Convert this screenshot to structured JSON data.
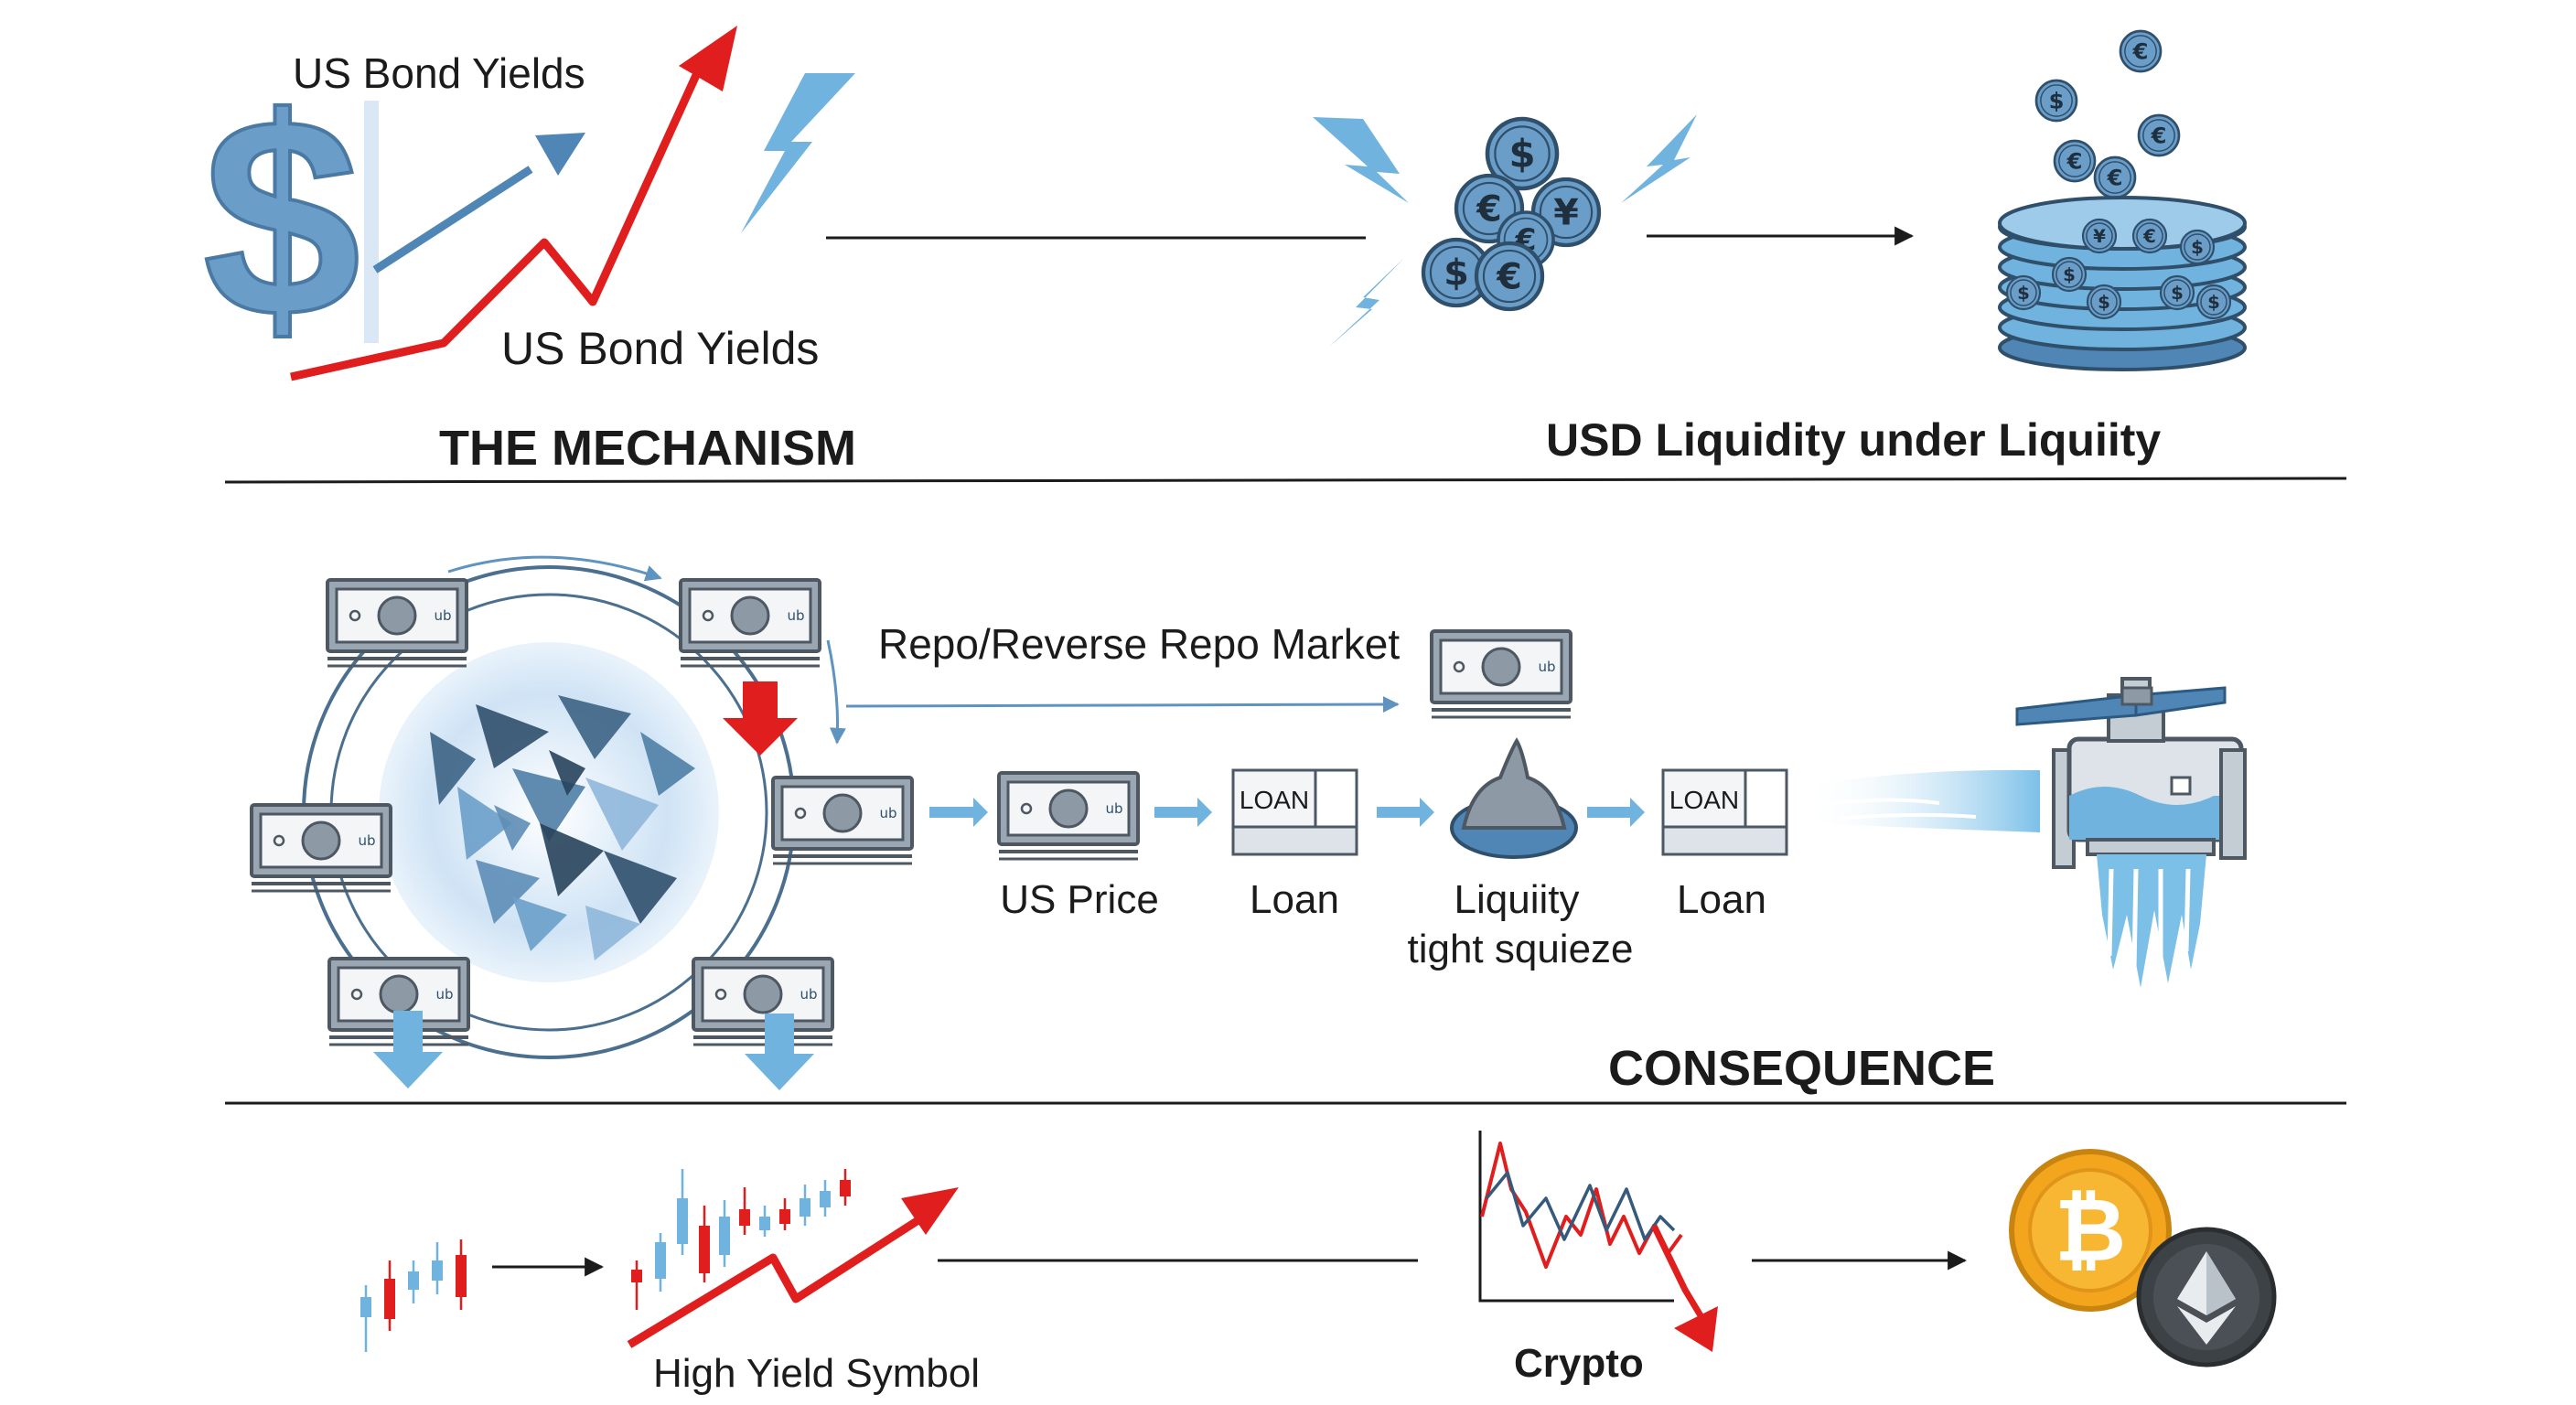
{
  "top": {
    "bond_label_1": "US Bond Yields",
    "bond_label_2": "US Bond Yields",
    "mechanism_heading": "THE MECHANISM",
    "liquidity_heading": "USD Liquidity under Liquiity",
    "currency_symbols": [
      "$",
      "€",
      "¥",
      "€",
      "$",
      "€"
    ]
  },
  "middle": {
    "repo_label": "Repo/Reverse Repo Market",
    "note_glyph": "ub",
    "loan_tag": "LOAN",
    "flow_labels": {
      "us_price": "US Price",
      "loan_1": "Loan",
      "liquidity_line_1": "Liquiity",
      "liquidity_line_2": "tight squieze",
      "loan_2": "Loan"
    },
    "consequence_heading": "CONSEQUENCE"
  },
  "bottom": {
    "high_yield_label": "High Yield Symbol",
    "crypto_label": "Crypto"
  },
  "colors": {
    "accent_red": "#e01e1e",
    "steel_blue": "#5f93c0",
    "light_blue": "#6fb3de",
    "note_grey": "#8d9aa6",
    "bitcoin_orange": "#f2a51d",
    "ether_dark": "#3d4246"
  },
  "icons": [
    "dollar-sign-icon",
    "lightning-icon",
    "coin-cluster-icon",
    "coin-stack-icon",
    "banknote-icon",
    "shattered-sphere-icon",
    "loan-tag-icon",
    "squeeze-drop-icon",
    "faucet-icon",
    "candlestick-icon",
    "trend-arrow-icon",
    "crash-line-icon",
    "bitcoin-icon",
    "ethereum-icon"
  ]
}
